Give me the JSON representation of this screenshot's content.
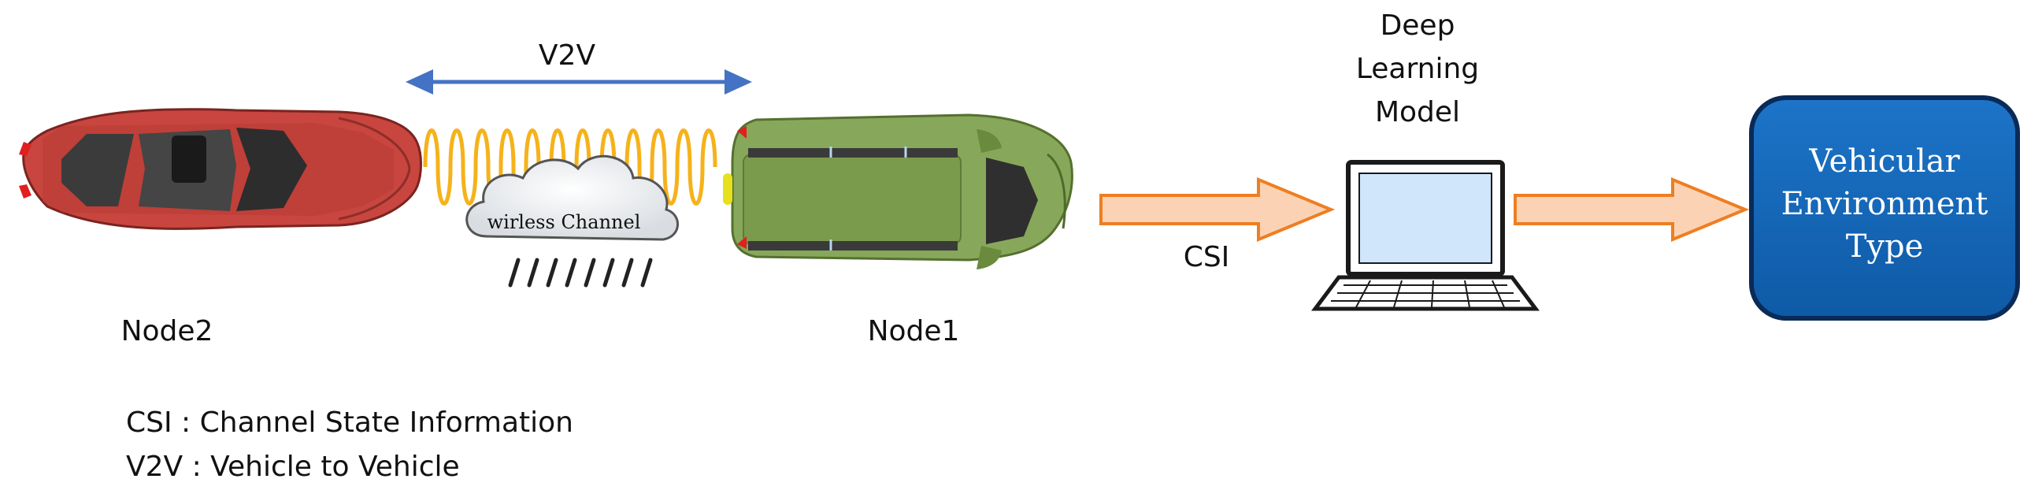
{
  "v2v_label": "V2V",
  "cloud_label": "wirless Channel",
  "node2_label": "Node2",
  "node1_label": "Node1",
  "csi_label": "CSI",
  "model_label_lines": [
    "Deep",
    "Learning",
    "Model"
  ],
  "output_label_lines": [
    "Vehicular",
    "Environment",
    "Type"
  ],
  "legend": [
    "CSI : Channel State Information",
    "V2V : Vehicle to Vehicle"
  ],
  "colors": {
    "v2v_arrow": "#4472c4",
    "wave": "#f5b21b",
    "block_arrow_fill": "#fbd3b4",
    "block_arrow_stroke": "#ee7e22",
    "output_box": "#1166b8",
    "output_box_border": "#0a2a58",
    "red_car": "#c8463f",
    "van": "#87a85a"
  },
  "icons": [
    "sedan-car-icon",
    "van-icon",
    "cloud-rain-icon",
    "laptop-icon"
  ]
}
